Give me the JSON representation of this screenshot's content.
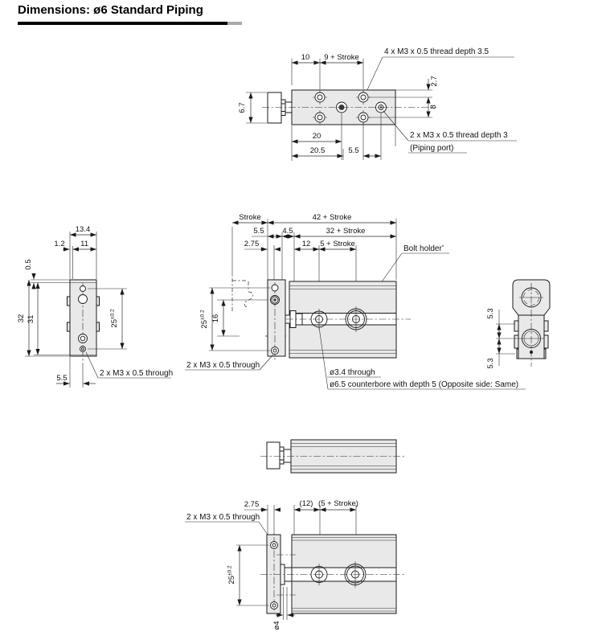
{
  "title": "Dimensions: ø6 Standard Piping",
  "colors": {
    "line": "#1a1a1a",
    "part_fill": "#e9e9e9",
    "accent_bar": "#000000"
  },
  "top_view": {
    "dim_10": "10",
    "dim_9_stroke": "9 + Stroke",
    "label_thread4": "4 x M3 x 0.5 thread depth 3.5",
    "dim_6_7": "6.7",
    "dim_2_7": "2.7",
    "dim_8": "8",
    "dim_20": "20",
    "dim_20_5": "20.5",
    "dim_5_5": "5.5",
    "label_thread2": "2 x M3 x 0.5 thread depth 3",
    "label_piping_port": "(Piping port)"
  },
  "front_view": {
    "dim_13_4": "13.4",
    "dim_1_2": "1.2",
    "dim_11": "11",
    "dim_0_5": "0.5",
    "dim_32": "32",
    "dim_31": "31",
    "dim_25": "25",
    "dim_25_tol": "±0.2",
    "dim_5_5": "5.5",
    "label_through": "2 x M3 x 0.5 through"
  },
  "side_view": {
    "dim_stroke": "Stroke",
    "dim_42_stroke": "42 + Stroke",
    "dim_5_5": "5.5",
    "dim_4_5": "4.5",
    "dim_32_stroke": "32 + Stroke",
    "dim_2_75": "2.75",
    "dim_12": "12",
    "dim_5_stroke": "5 + Stroke",
    "label_bolt_holder": "Bolt holder",
    "label_bolt_holder_note": "*",
    "dim_25": "25",
    "dim_25_tol": "±0.2",
    "dim_16": "16",
    "label_through": "2 x M3 x 0.5 through",
    "label_dia_3_4": "ø3.4 through",
    "label_dia_6_5": "ø6.5 counterbore with depth 5 (Opposite side: Same)"
  },
  "end_view": {
    "dim_5_3_upper": "5.3",
    "dim_5_3_lower": "5.3"
  },
  "bottom_view": {
    "dim_2_75": "2.75",
    "dim_12": "(12)",
    "dim_5_stroke": "(5 + Stroke)",
    "label_through": "2 x M3 x 0.5 through",
    "dim_25": "25",
    "dim_25_tol": "±0.2",
    "dim_dia_4": "ø4"
  }
}
